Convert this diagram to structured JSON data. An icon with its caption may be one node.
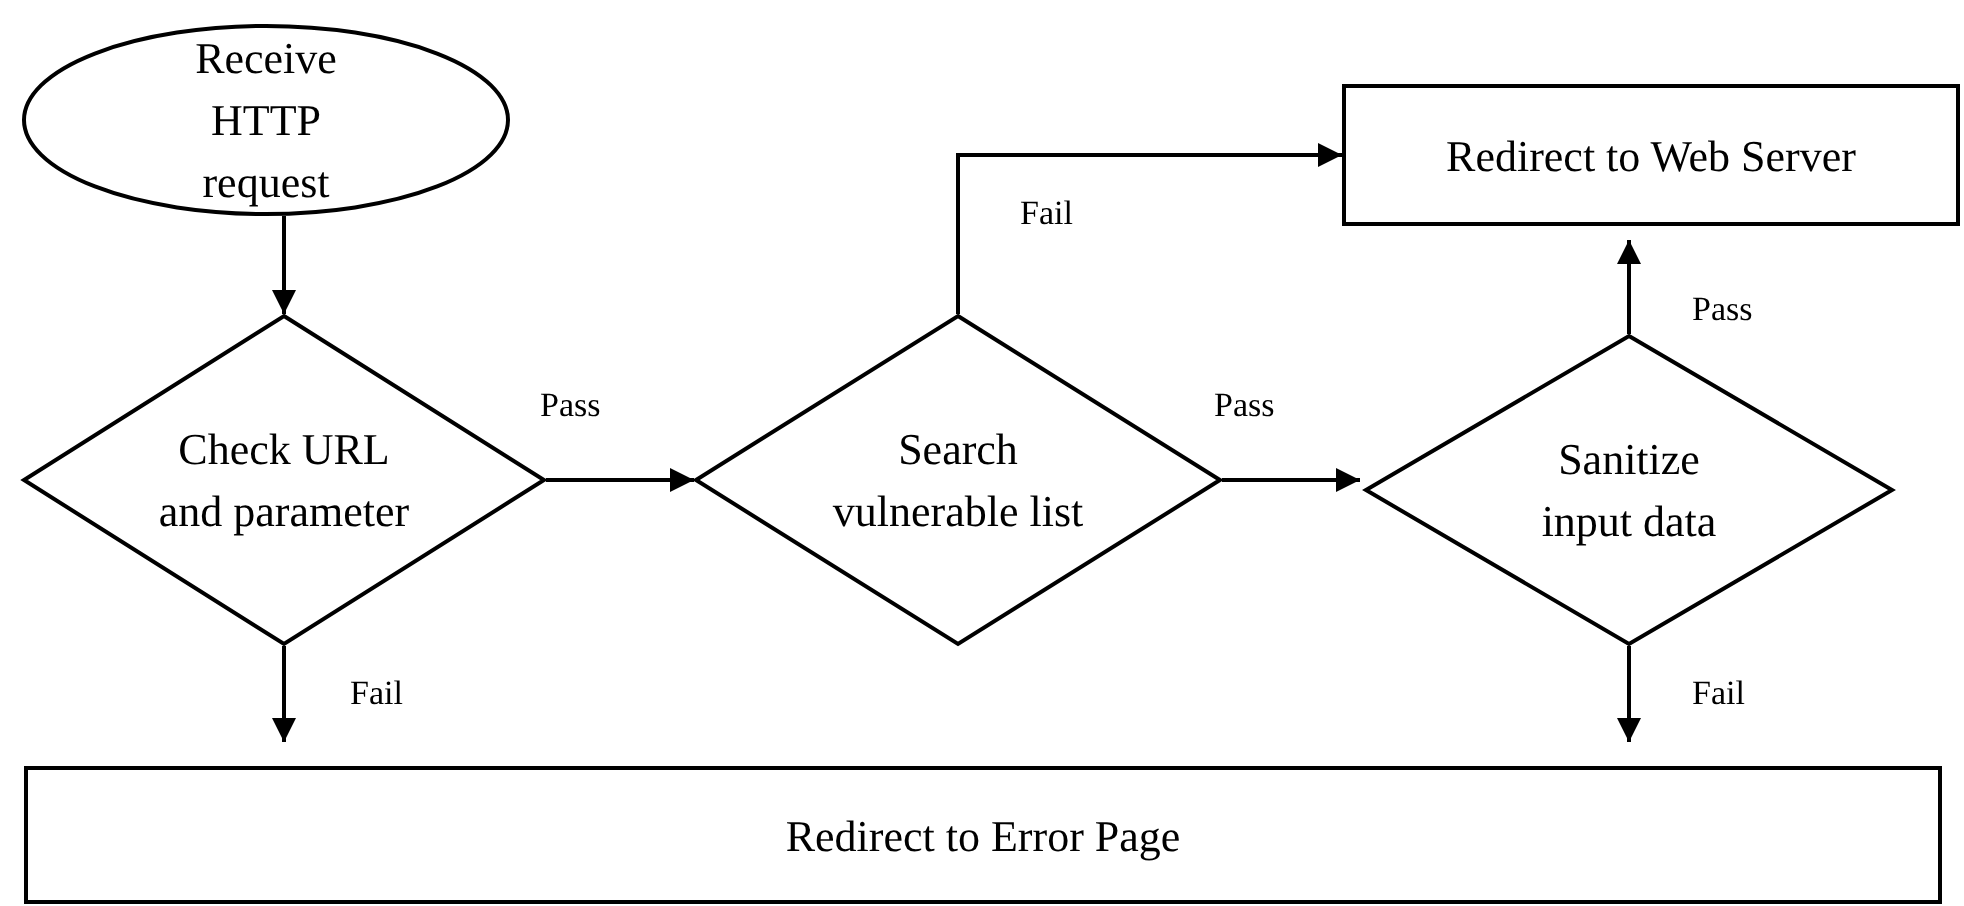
{
  "diagram": {
    "nodes": [
      {
        "text": [
          "Receive HTTP request"
        ]
      },
      {
        "text": [
          "Redirect to Web Server"
        ]
      },
      {
        "text": [
          "Check URL and parameter"
        ]
      },
      {
        "text": [
          "Search vulnerable list"
        ]
      },
      {
        "text": [
          "Sanitize input data"
        ]
      },
      {
        "text": [
          "Redirect to Error Page"
        ]
      }
    ],
    "edges": [
      {
        "from": 0,
        "to": 2,
        "arrow": "to"
      },
      {
        "from": 2,
        "to": 3,
        "arrow": "to",
        "label": "Pass"
      },
      {
        "from": 2,
        "to": 5,
        "arrow": "to",
        "label": "Fail"
      },
      {
        "from": 3,
        "to": 1,
        "arrow": "to",
        "label": "Fail"
      },
      {
        "from": 3,
        "to": 4,
        "arrow": "to",
        "label": "Pass"
      },
      {
        "from": 4,
        "to": 1,
        "arrow": "to",
        "label": "Pass"
      },
      {
        "from": 4,
        "to": 5,
        "arrow": "to",
        "label": "Fail"
      }
    ]
  }
}
